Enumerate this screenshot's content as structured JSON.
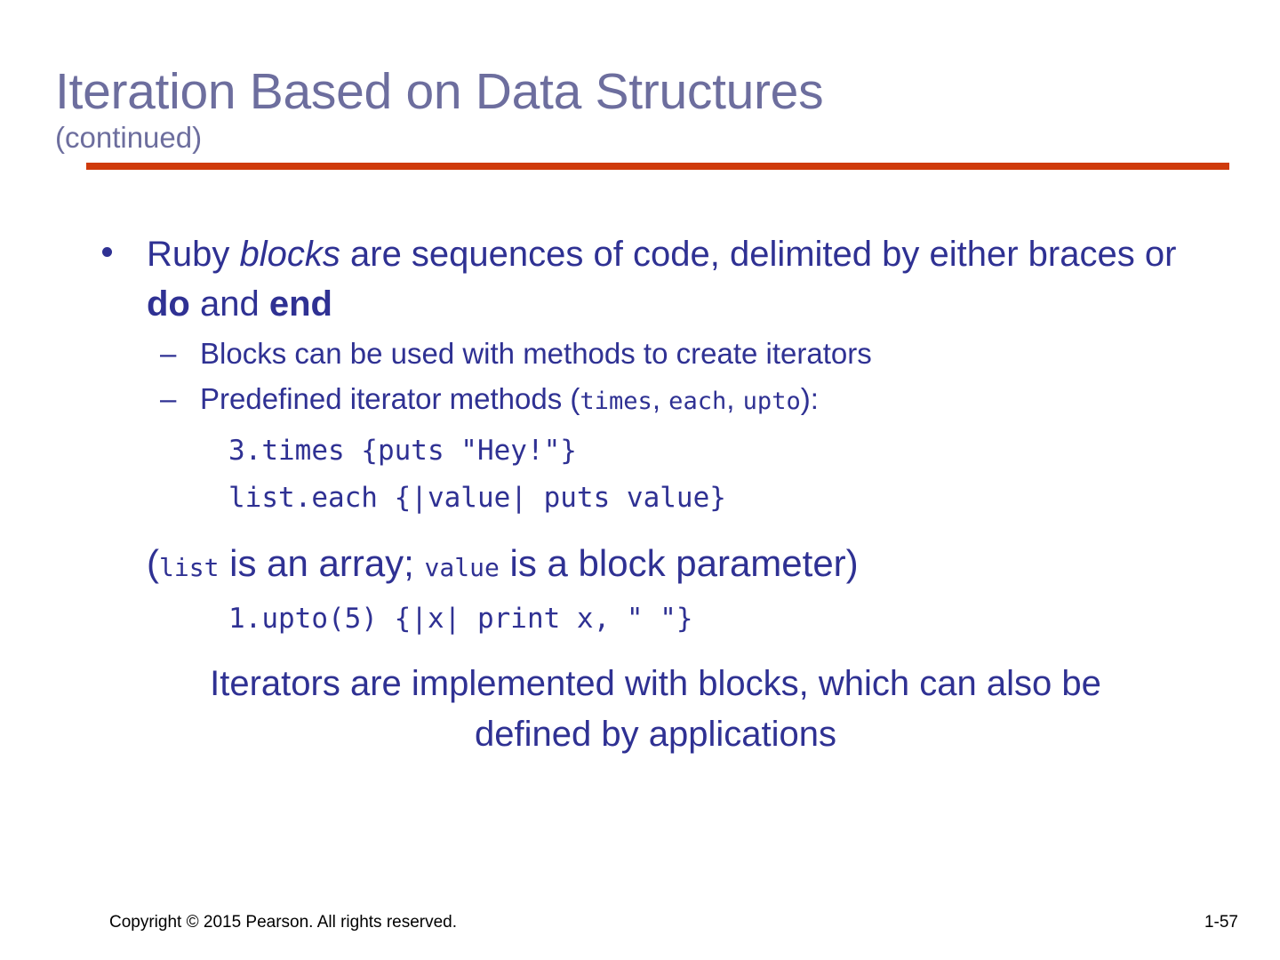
{
  "slide": {
    "title": "Iteration Based on Data Structures",
    "subtitle": "(continued)",
    "rule_color": "#cf3a0b",
    "title_color": "#6d6e9e",
    "body_color": "#2f3193",
    "background": "#ffffff"
  },
  "content": {
    "bullet1": {
      "part1": "Ruby ",
      "emphasis": "blocks",
      "part2": " are sequences of code, delimited by either braces or ",
      "bold1": "do",
      "part3": " and ",
      "bold2": "end"
    },
    "sub1": {
      "marker": "–",
      "text": "Blocks can be used with methods to create iterators"
    },
    "sub2": {
      "marker": "–",
      "prefix": "Predefined iterator methods (",
      "mono1": "times",
      "sep1": ", ",
      "mono2": "each",
      "sep2": ", ",
      "mono3": "upto",
      "suffix": "):"
    },
    "code1": "3.times {puts \"Hey!\"}",
    "code2": "list.each {|value| puts value}",
    "note": {
      "open": " (",
      "mono1": "list",
      "mid": " is an array; ",
      "mono2": "value",
      "close": " is a block parameter)"
    },
    "code3": "1.upto(5) {|x| print x, \" \"}",
    "closing": "Iterators are implemented with blocks, which can also be defined by applications"
  },
  "footer": {
    "copyright": "Copyright © 2015 Pearson. All rights reserved.",
    "page_number": "1-57"
  }
}
